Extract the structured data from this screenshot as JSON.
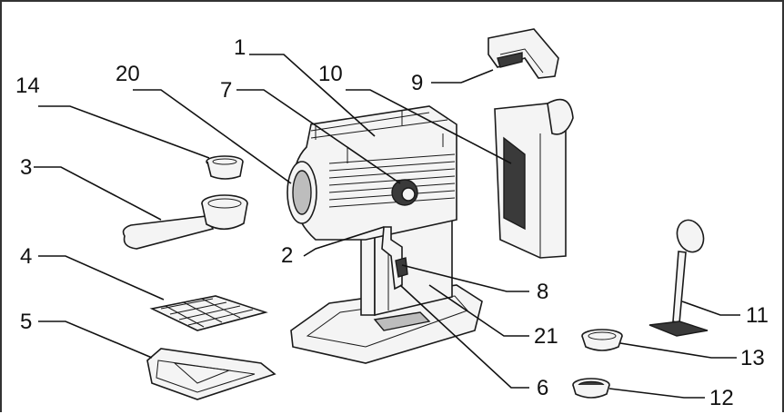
{
  "colors": {
    "line": "#111111",
    "fill": "#f4f4f4",
    "dark": "#3a3a3a"
  },
  "labels": [
    {
      "id": "1",
      "text": "1"
    },
    {
      "id": "2",
      "text": "2"
    },
    {
      "id": "3",
      "text": "3"
    },
    {
      "id": "4",
      "text": "4"
    },
    {
      "id": "5",
      "text": "5"
    },
    {
      "id": "6",
      "text": "6"
    },
    {
      "id": "7",
      "text": "7"
    },
    {
      "id": "8",
      "text": "8"
    },
    {
      "id": "9",
      "text": "9"
    },
    {
      "id": "10",
      "text": "10"
    },
    {
      "id": "11",
      "text": "11"
    },
    {
      "id": "12",
      "text": "12"
    },
    {
      "id": "13",
      "text": "13"
    },
    {
      "id": "14",
      "text": "14"
    },
    {
      "id": "20",
      "text": "20"
    },
    {
      "id": "21",
      "text": "21"
    }
  ]
}
